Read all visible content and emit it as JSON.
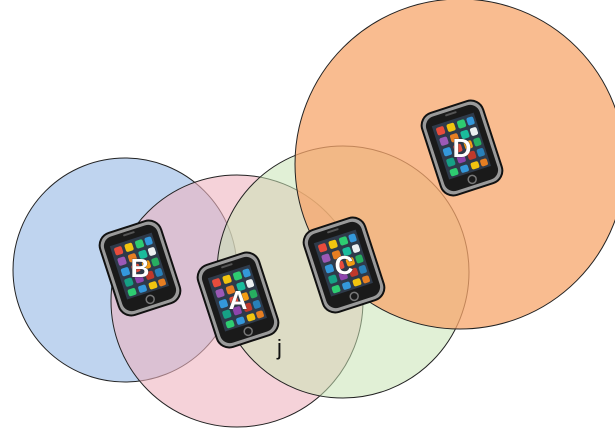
{
  "nodes": [
    {
      "id": "B",
      "label": "B",
      "range_color": "#a9c6ea"
    },
    {
      "id": "A",
      "label": "A",
      "range_color": "#eeb4c0"
    },
    {
      "id": "C",
      "label": "C",
      "range_color": "#c9e3b4"
    },
    {
      "id": "D",
      "label": "D",
      "range_color": "#f7a66b"
    }
  ],
  "edge_label": "j",
  "phone_icon": "smartphone-icon",
  "colors": {
    "circle_stroke": "#222222",
    "phone_body": "#1a1a1a",
    "phone_frame": "#8c8c8c"
  }
}
